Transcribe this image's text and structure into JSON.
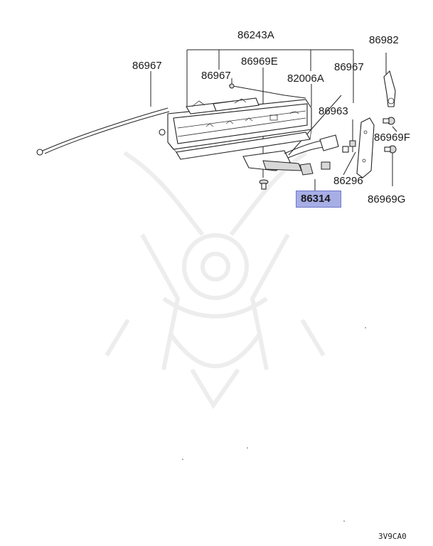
{
  "labels": {
    "l1": "86243A",
    "l2": "86967",
    "l3": "86969E",
    "l4": "86967",
    "l5": "82006A",
    "l6": "86967",
    "l7": "86963",
    "l8": "86982",
    "l9": "86969F",
    "l10": "86296",
    "l11": "86969G",
    "l12": "86314"
  },
  "diagram_code": "3V9CA0",
  "highlight_color": "#a7aee6"
}
